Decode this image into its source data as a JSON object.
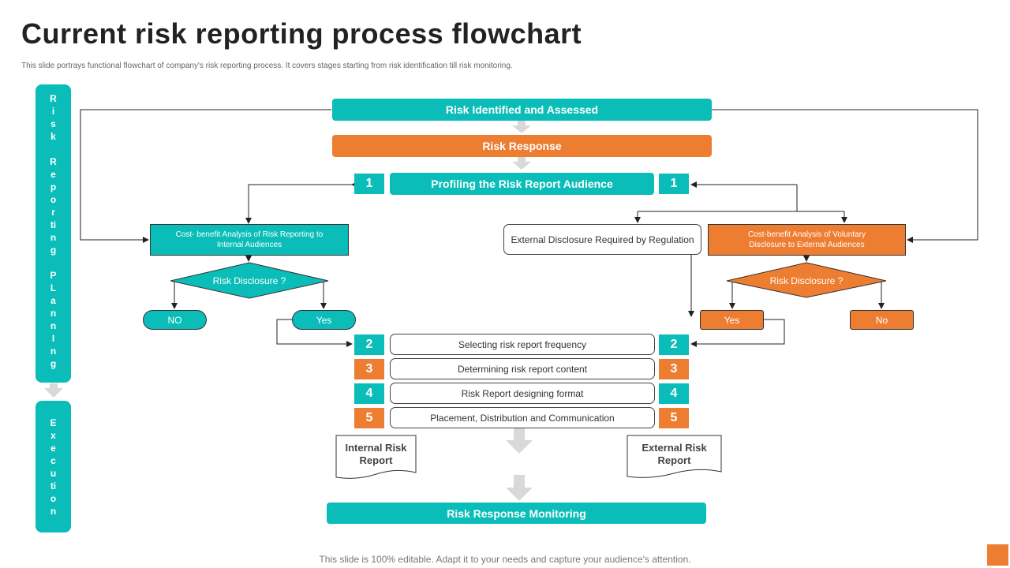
{
  "header": {
    "title": "Current risk reporting process flowchart",
    "subtitle": "This slide portrays functional flowchart of company's risk reporting process. It covers stages starting from risk identification till risk monitoring."
  },
  "side": {
    "planning_lines": [
      "R",
      "i",
      "s",
      "k",
      "",
      "R",
      "e",
      "p",
      "o",
      "r",
      "ti",
      "n",
      "g",
      "",
      "P",
      "L",
      "a",
      "n",
      "n",
      "I",
      "n",
      "g"
    ],
    "execution_lines": [
      "E",
      "x",
      "e",
      "c",
      "u",
      "ti",
      "o",
      "n"
    ]
  },
  "flow": {
    "identified": "Risk Identified and Assessed",
    "response": "Risk Response",
    "profiling": "Profiling the Risk Report Audience",
    "cost_internal": "Cost- benefit Analysis of Risk Reporting to Internal Audiences",
    "external_reg": "External Disclosure Required by Regulation",
    "cost_external": "Cost-benefit Analysis of Voluntary Disclosure to External Audiences",
    "disclosure_left": "Risk Disclosure ?",
    "disclosure_right": "Risk Disclosure ?",
    "left_no": "NO",
    "left_yes": "Yes",
    "right_yes": "Yes",
    "right_no": "No",
    "steps": [
      {
        "number": "2",
        "label": "Selecting risk report frequency",
        "color": "teal"
      },
      {
        "number": "3",
        "label": "Determining risk report content",
        "color": "orange"
      },
      {
        "number": "4",
        "label": "Risk Report designing format",
        "color": "teal"
      },
      {
        "number": "5",
        "label": "Placement, Distribution and Communication",
        "color": "orange"
      }
    ],
    "profiling_number": "1",
    "internal_report": "Internal Risk Report",
    "external_report": "External Risk Report",
    "monitoring": "Risk Response Monitoring"
  },
  "footer": "This slide is 100% editable. Adapt it to your needs and capture your audience's attention.",
  "colors": {
    "teal": "#0BBDB8",
    "orange": "#ED7D31",
    "arrow_gray": "#D9D9D9"
  }
}
